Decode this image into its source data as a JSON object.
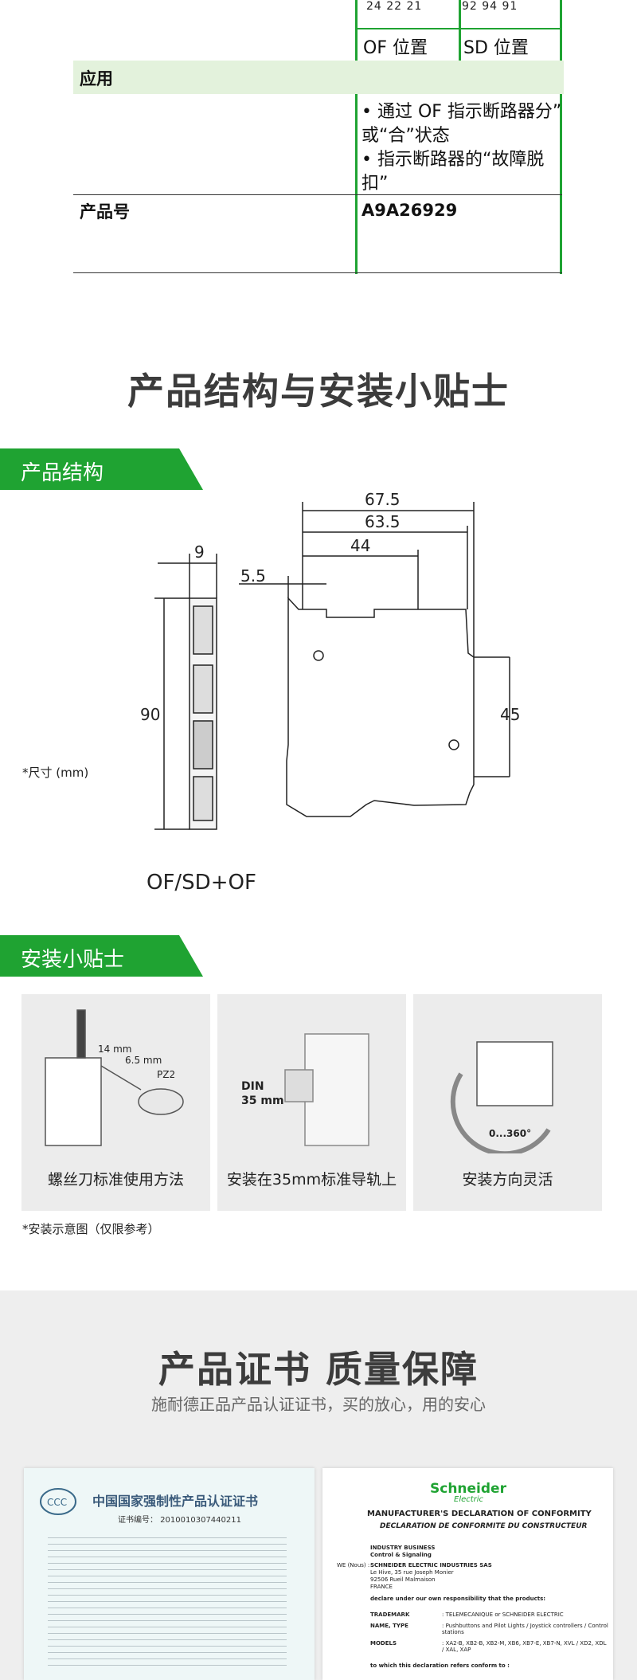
{
  "spec": {
    "pin_numbers_of": "24   22   21",
    "pin_numbers_sd": "92   94   91",
    "of_position": "OF 位置",
    "sd_position": "SD 位置",
    "application_label": "应用",
    "bullet1": "• 通过 OF 指示断路器分”",
    "bullet1b": "或“合”状态",
    "bullet2": "• 指示断路器的“故障脱",
    "bullet2b": "扣”",
    "product_no_label": "产品号",
    "product_no_value": "A9A26929"
  },
  "section_structure": {
    "title": "产品结构与安装小贴士",
    "tab": "产品结构",
    "unit_note": "*尺寸 (mm)",
    "dims": {
      "d67": "67.5",
      "d63": "63.5",
      "d44": "44",
      "d9": "9",
      "d55": "5.5",
      "d90": "90",
      "d45": "45"
    },
    "model_label": "OF/SD+OF"
  },
  "section_tips": {
    "tab": "安装小贴士",
    "cards": [
      {
        "label": "螺丝刀标准使用方法",
        "t1": "14 mm",
        "t2": "6.5 mm",
        "t3": "PZ2"
      },
      {
        "label": "安装在35mm标准导轨上",
        "t1": "DIN",
        "t2": "35 mm"
      },
      {
        "label": "安装方向灵活",
        "t1": "0...360°"
      }
    ],
    "note": "*安装示意图（仅限参考）"
  },
  "section_cert": {
    "title": "产品证书 质量保障",
    "subtitle": "施耐德正品产品认证证书，买的放心，用的安心",
    "cert1": {
      "heading": "中国国家强制性产品认证证书",
      "number_label": "证书编号： 2010010307440211"
    },
    "cert2": {
      "brand": "Schneider",
      "brand_sub": "Electric",
      "heading": "MANUFACTURER'S DECLARATION OF CONFORMITY",
      "heading_fr": "DECLARATION DE CONFORMITE DU CONSTRUCTEUR",
      "line1": "INDUSTRY BUSINESS",
      "line2": "Control & Signaling",
      "we": "WE (Nous) :",
      "company": "SCHNEIDER ELECTRIC INDUSTRIES SAS",
      "addr1": "Le Hive, 35 rue Joseph Monier",
      "addr2": "92506 Rueil Malmaison",
      "addr3": "FRANCE",
      "declare": "declare under our own responsibility that the products:",
      "trademark": "TRADEMARK",
      "trademark_val": ": TELEMECANIQUE or SCHNEIDER ELECTRIC",
      "nametype": "NAME, TYPE",
      "nametype_val": ": Pushbuttons and Pilot Lights / Joystick controllers / Control stations",
      "models": "MODELS",
      "models_val": ": XA2-B, XB2-B, XB2-M, XB6, XB7-E, XB7-N, XVL / XD2, XDL / XAL, XAP",
      "conform": "to which this declaration refers conform to :"
    }
  },
  "colors": {
    "green": "#1fa332",
    "band": "#e3f2dc"
  }
}
